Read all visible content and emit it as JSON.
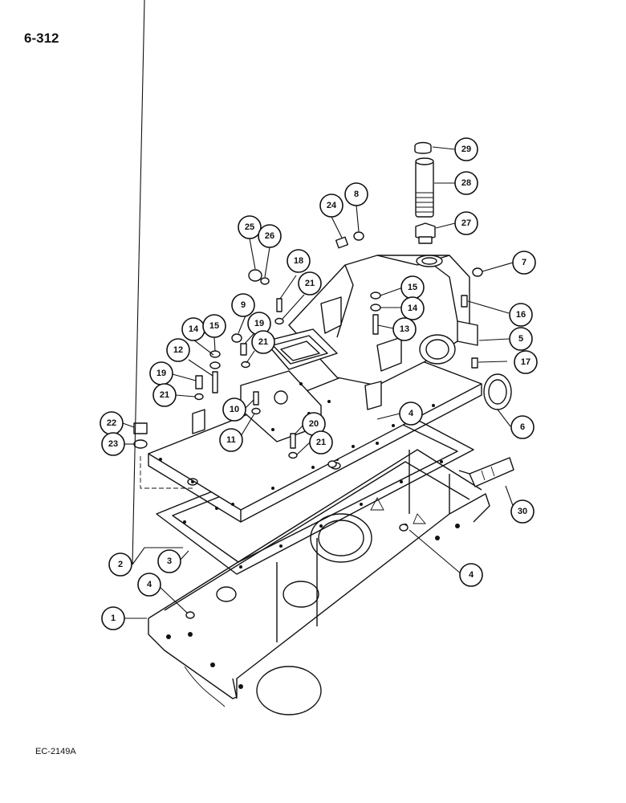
{
  "page": {
    "number": "6-312",
    "drawing_ref": "EC-2149A"
  },
  "callouts": [
    {
      "id": "c29",
      "label": "29"
    },
    {
      "id": "c28",
      "label": "28"
    },
    {
      "id": "c27",
      "label": "27"
    },
    {
      "id": "c24",
      "label": "24"
    },
    {
      "id": "c8",
      "label": "8"
    },
    {
      "id": "c7",
      "label": "7"
    },
    {
      "id": "c25",
      "label": "25"
    },
    {
      "id": "c26",
      "label": "26"
    },
    {
      "id": "c18",
      "label": "18"
    },
    {
      "id": "c21a",
      "label": "21"
    },
    {
      "id": "c15a",
      "label": "15"
    },
    {
      "id": "c14a",
      "label": "14"
    },
    {
      "id": "c16",
      "label": "16"
    },
    {
      "id": "c9",
      "label": "9"
    },
    {
      "id": "c19a",
      "label": "19"
    },
    {
      "id": "c13",
      "label": "13"
    },
    {
      "id": "c5",
      "label": "5"
    },
    {
      "id": "c14b",
      "label": "14"
    },
    {
      "id": "c15b",
      "label": "15"
    },
    {
      "id": "c21b",
      "label": "21"
    },
    {
      "id": "c17",
      "label": "17"
    },
    {
      "id": "c12",
      "label": "12"
    },
    {
      "id": "c19b",
      "label": "19"
    },
    {
      "id": "c21c",
      "label": "21"
    },
    {
      "id": "c10",
      "label": "10"
    },
    {
      "id": "c6",
      "label": "6"
    },
    {
      "id": "c4a",
      "label": "4"
    },
    {
      "id": "c22",
      "label": "22"
    },
    {
      "id": "c11",
      "label": "11"
    },
    {
      "id": "c20",
      "label": "20"
    },
    {
      "id": "c23",
      "label": "23"
    },
    {
      "id": "c21d",
      "label": "21"
    },
    {
      "id": "c30",
      "label": "30"
    },
    {
      "id": "c2",
      "label": "2"
    },
    {
      "id": "c3",
      "label": "3"
    },
    {
      "id": "c4b",
      "label": "4"
    },
    {
      "id": "c4c",
      "label": "4"
    },
    {
      "id": "c1",
      "label": "1"
    }
  ]
}
